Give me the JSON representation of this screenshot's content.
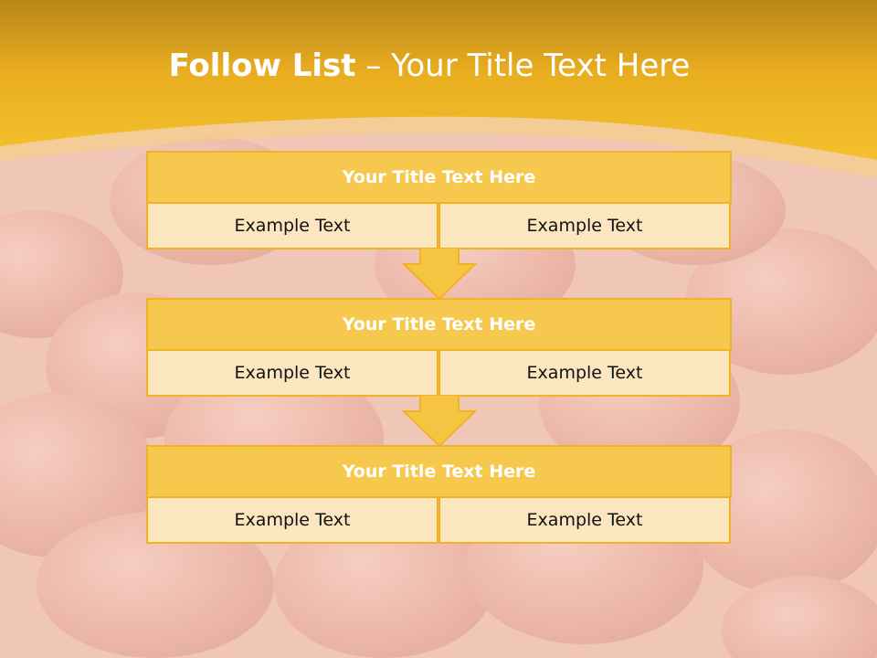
{
  "slide": {
    "title_bold": "Follow List",
    "title_rest": " – Your Title Text Here"
  },
  "steps": [
    {
      "title": "Your Title Text Here",
      "left": "Example Text",
      "right": "Example Text"
    },
    {
      "title": "Your Title Text Here",
      "left": "Example Text",
      "right": "Example Text"
    },
    {
      "title": "Your Title Text Here",
      "left": "Example Text",
      "right": "Example Text"
    }
  ],
  "colors": {
    "band": "#f0b41e",
    "box_title": "#f6c94e",
    "box_cell": "#fbe6c0",
    "border": "#f0b324",
    "arrow": "#f5c542"
  }
}
